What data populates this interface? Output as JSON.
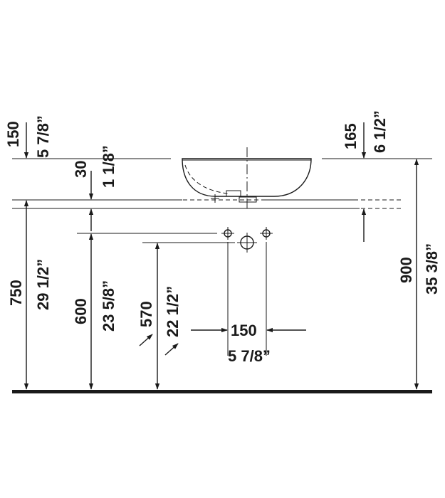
{
  "diagram": {
    "floor_color": "#1a1a1a",
    "line_color": "#1a1a1a",
    "dimensions": {
      "top_left_mm": "150",
      "top_left_in": "5 7/8”",
      "top_right_mm": "165",
      "top_right_in": "6 1/2”",
      "counter_mm": "30",
      "counter_in": "1 1/8”",
      "height_750_mm": "750",
      "height_750_in": "29 1/2”",
      "height_600_mm": "600",
      "height_600_in": "23 5/8”",
      "height_570_mm": "570",
      "height_570_in": "22 1/2”",
      "height_900_mm": "900",
      "height_900_in": "35 3/8”",
      "spacing_mm": "150",
      "spacing_in": "5 7/8”"
    }
  }
}
